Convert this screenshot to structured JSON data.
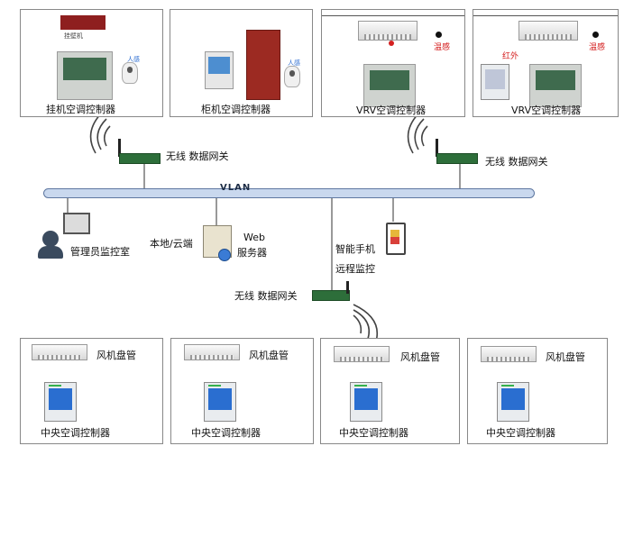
{
  "top_units": [
    {
      "label": "挂机空调控制器",
      "device_text": "挂壁机",
      "sensor_text": "人感"
    },
    {
      "label": "柜机空调控制器",
      "sensor_text": "人感"
    },
    {
      "label": "VRV空调控制器",
      "sensor_text": "温感"
    },
    {
      "label": "VRV空调控制器",
      "sensor_text": "温感",
      "ir_text": "红外"
    }
  ],
  "gateways": {
    "left": "无线 数据网关",
    "right": "无线 数据网关",
    "bottom": "无线 数据网关"
  },
  "bus_label": "VLAN",
  "admin_label": "管理员监控室",
  "server": {
    "prefix": "本地/云端",
    "name_line1": "Web",
    "name_line2": "服务器"
  },
  "mobile": {
    "line1": "智能手机",
    "line2": "远程监控"
  },
  "bottom_units": [
    {
      "fan_label": "风机盘管",
      "ctrl_label": "中央空调控制器"
    },
    {
      "fan_label": "风机盘管",
      "ctrl_label": "中央空调控制器"
    },
    {
      "fan_label": "风机盘管",
      "ctrl_label": "中央空调控制器"
    },
    {
      "fan_label": "风机盘管",
      "ctrl_label": "中央空调控制器"
    }
  ],
  "colors": {
    "bus": "#c9d8ee",
    "gateway": "#2d6e3a",
    "screen": "#2a6ed0",
    "red": "#d42020",
    "pink": "#c06080"
  }
}
